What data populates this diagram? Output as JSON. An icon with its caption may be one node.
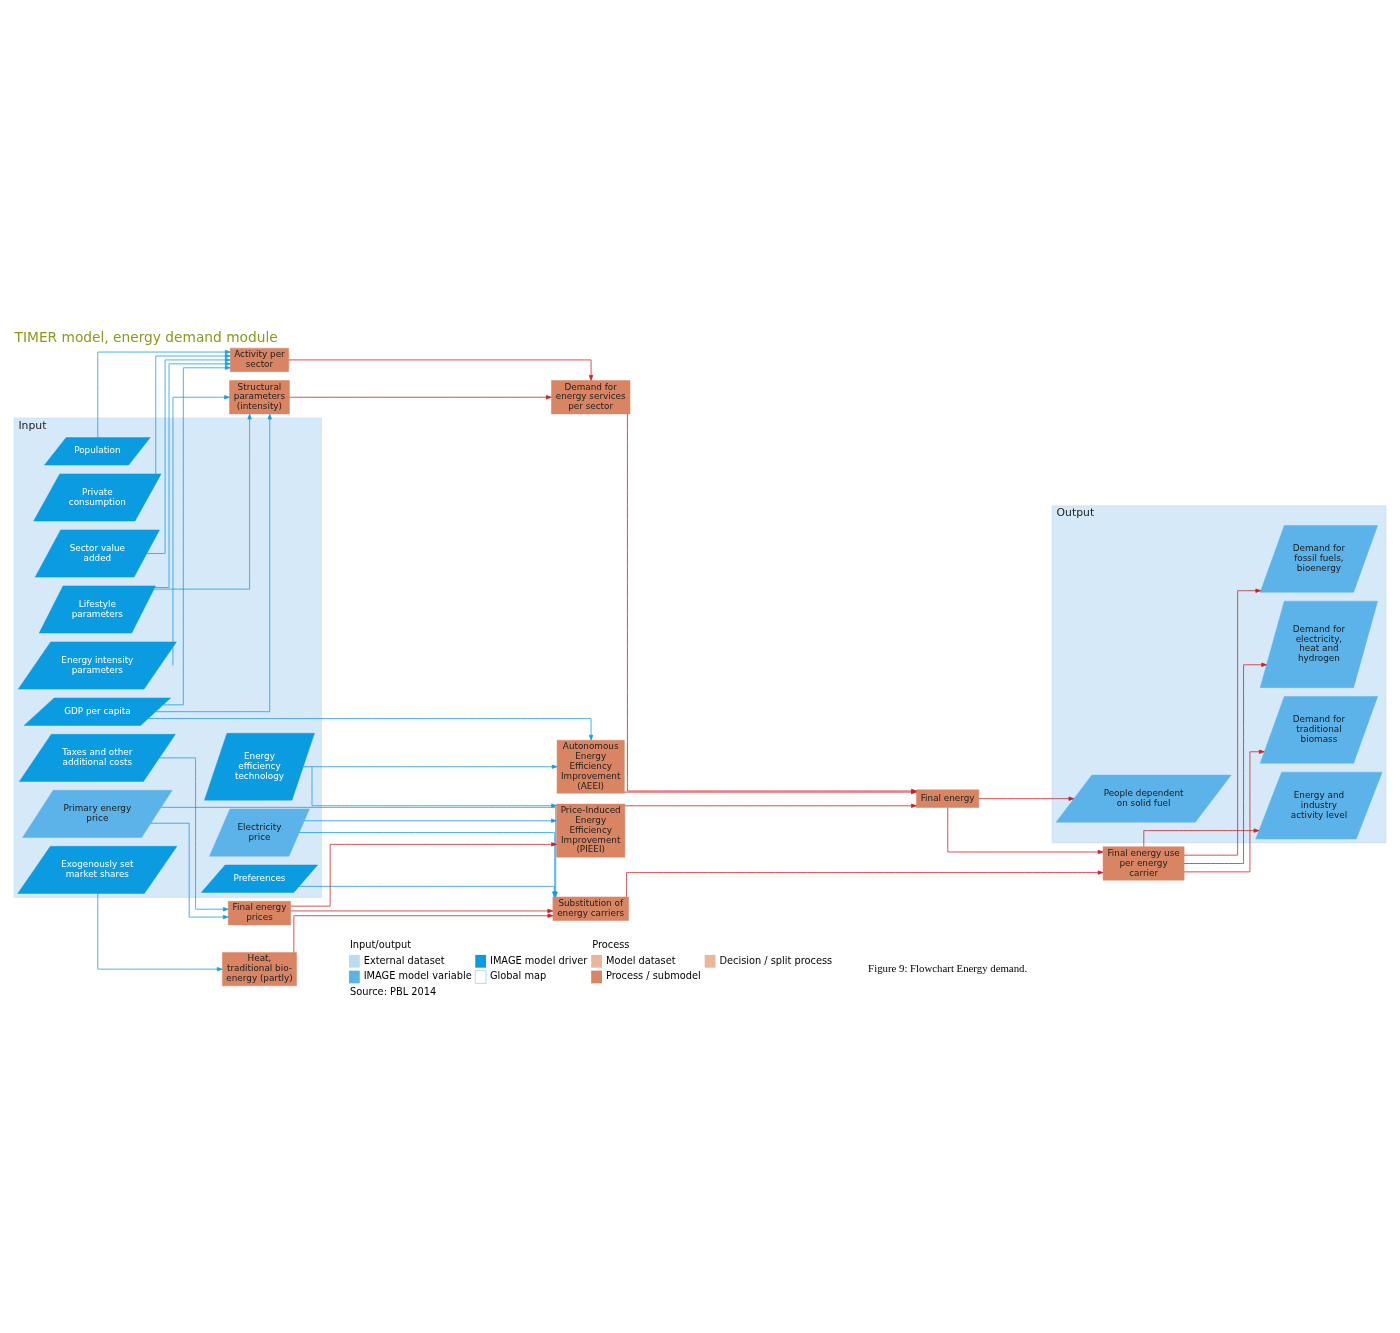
{
  "diagram": {
    "title": "TIMER model, energy demand module",
    "caption": "Figure 9: Flowchart Energy demand.",
    "nodes": [
      {
        "text": [
          "Input"
        ]
      },
      {
        "text": [
          "Lifestyle parameters"
        ],
        "in": 0
      },
      {
        "text": [
          "Population"
        ],
        "in": 0
      },
      {
        "text": [
          "GDP per capita"
        ],
        "in": 0
      },
      {
        "text": [
          "Private consumption"
        ],
        "in": 0
      },
      {
        "text": [
          "Sector value added"
        ],
        "in": 0
      },
      {
        "text": [
          "Energy intensity parameters"
        ],
        "in": 0
      },
      {
        "text": [
          "Energy efficiency technology"
        ],
        "in": 0
      },
      {
        "text": [
          "Electricity price"
        ],
        "in": 0
      },
      {
        "text": [
          "Primary energy price"
        ],
        "in": 0
      },
      {
        "text": [
          "Preferences"
        ],
        "in": 0
      },
      {
        "text": [
          "Exogenously set market shares"
        ],
        "in": 0
      },
      {
        "text": [
          "Taxes and other additional costs"
        ],
        "in": 0
      },
      {
        "text": [
          "Activity per sector"
        ]
      },
      {
        "text": [
          "Structural parameters (intensity)"
        ]
      },
      {
        "text": [
          "Demand for energy services per sector"
        ]
      },
      {
        "text": [
          "Autonomous Energy Efficiency Improvement (AEEI)"
        ]
      },
      {
        "text": [
          "Price-Induced Energy Efficiency Improvement (PIEEI)"
        ]
      },
      {
        "text": [
          "Final energy"
        ]
      },
      {
        "text": [
          "Final energy prices"
        ]
      },
      {
        "text": [
          "Substitution of energy carriers"
        ]
      },
      {
        "text": [
          "Heat, traditional bio-energy (partly)"
        ]
      },
      {
        "text": [
          "Final energy use per energy carrier"
        ]
      },
      {
        "text": [
          "Output"
        ]
      },
      {
        "text": [
          "People dependent on solid fuel"
        ],
        "in": 23
      },
      {
        "text": [
          "Demand for fossil fuels, bioenergy"
        ],
        "in": 23
      },
      {
        "text": [
          "Demand for electricity, heat and hydrogen"
        ],
        "in": 23
      },
      {
        "text": [
          "Demand for traditional biomass"
        ],
        "in": 23
      },
      {
        "text": [
          "Energy and industry activity level"
        ],
        "in": 23
      }
    ],
    "edges": [
      {
        "from": 1,
        "to": 13,
        "arrow": "to"
      },
      {
        "from": 2,
        "to": 13,
        "arrow": "to"
      },
      {
        "from": 3,
        "to": 13,
        "arrow": "to"
      },
      {
        "from": 4,
        "to": 13,
        "arrow": "to"
      },
      {
        "from": 5,
        "to": 13,
        "arrow": "to"
      },
      {
        "from": 1,
        "to": 14,
        "arrow": "to"
      },
      {
        "from": 3,
        "to": 14,
        "arrow": "to"
      },
      {
        "from": 6,
        "to": 14,
        "arrow": "to"
      },
      {
        "from": 3,
        "to": 16,
        "arrow": "to"
      },
      {
        "from": 7,
        "to": 16,
        "arrow": "to"
      },
      {
        "from": 7,
        "to": 17,
        "arrow": "to"
      },
      {
        "from": 8,
        "to": 17,
        "arrow": "to"
      },
      {
        "from": 8,
        "to": 20,
        "arrow": "to"
      },
      {
        "from": 9,
        "to": 19,
        "arrow": "to"
      },
      {
        "from": 12,
        "to": 19,
        "arrow": "to"
      },
      {
        "from": 9,
        "to": 20,
        "arrow": "to"
      },
      {
        "from": 10,
        "to": 20,
        "arrow": "to"
      },
      {
        "from": 11,
        "to": 21,
        "arrow": "to"
      },
      {
        "from": 13,
        "to": 15,
        "arrow": "to",
        "color": "#cc1f26"
      },
      {
        "from": 14,
        "to": 15,
        "arrow": "to",
        "color": "#cc1f26"
      },
      {
        "from": 15,
        "to": 18,
        "arrow": "to",
        "color": "#cc1f26"
      },
      {
        "from": 16,
        "to": 18,
        "arrow": "to",
        "color": "#cc1f26"
      },
      {
        "from": 17,
        "to": 18,
        "arrow": "to",
        "color": "#cc1f26"
      },
      {
        "from": 18,
        "to": 24,
        "arrow": "to",
        "color": "#cc1f26"
      },
      {
        "from": 18,
        "to": 22,
        "arrow": "to",
        "color": "#cc1f26"
      },
      {
        "from": 19,
        "to": 17,
        "arrow": "to",
        "color": "#cc1f26"
      },
      {
        "from": 19,
        "to": 20,
        "arrow": "to",
        "color": "#cc1f26"
      },
      {
        "from": 21,
        "to": 20,
        "arrow": "to",
        "color": "#cc1f26"
      },
      {
        "from": 20,
        "to": 22,
        "arrow": "to",
        "color": "#cc1f26"
      },
      {
        "from": 22,
        "to": 25,
        "arrow": "to",
        "color": "#cc1f26"
      },
      {
        "from": 22,
        "to": 26,
        "arrow": "to",
        "color": "#cc1f26"
      },
      {
        "from": 22,
        "to": 27,
        "arrow": "to",
        "color": "#cc1f26"
      },
      {
        "from": 22,
        "to": 28,
        "arrow": "to",
        "color": "#cc1f26"
      }
    ],
    "labels": [
      "Input/output",
      "Process",
      "Source: PBL 2014"
    ],
    "legend": [
      {
        "text": "External dataset",
        "color": "#b8dcf4"
      },
      {
        "text": "IMAGE model variable",
        "color": "#5cb3ea"
      },
      {
        "text": "IMAGE model driver",
        "color": "#0a9be0"
      },
      {
        "text": "Global map"
      },
      {
        "text": "Model dataset",
        "color": "#e9b798"
      },
      {
        "text": "Process / submodel",
        "color": "#d98463"
      },
      {
        "text": "Decision / split process",
        "color": "#e9b798"
      }
    ]
  }
}
